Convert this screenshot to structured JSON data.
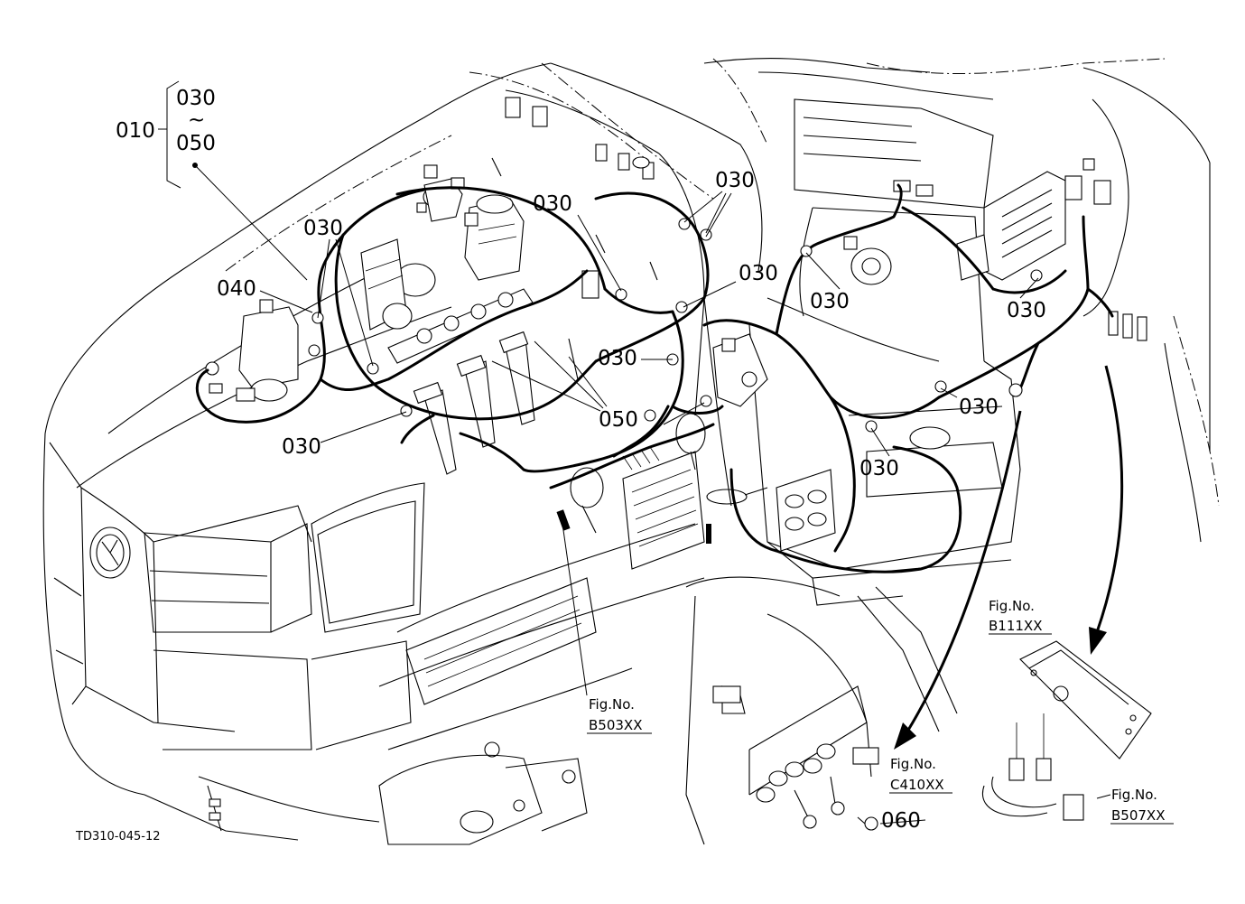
{
  "diagram": {
    "drawing_number": "TD310-045-12",
    "callouts": {
      "assembly": "010",
      "range_start": "030",
      "range_tilde": "~",
      "range_end": "050",
      "clamp": "030",
      "glow_plug": "050",
      "wire_040": "040",
      "bolt": "060"
    },
    "figure_refs": [
      {
        "label": "Fig.No.",
        "code": "B503XX"
      },
      {
        "label": "Fig.No.",
        "code": "B111XX"
      },
      {
        "label": "Fig.No.",
        "code": "C410XX"
      },
      {
        "label": "Fig.No.",
        "code": "B507XX"
      }
    ]
  }
}
